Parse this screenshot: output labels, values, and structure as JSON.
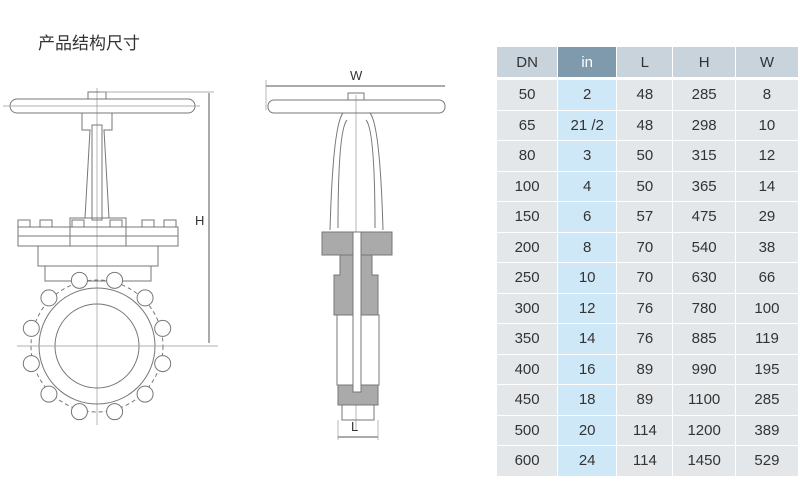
{
  "title": "产品结构尺寸",
  "drawing": {
    "label_h": "H",
    "label_w": "W",
    "label_l": "L"
  },
  "table": {
    "headers": [
      "DN",
      "in",
      "L",
      "H",
      "W"
    ],
    "rows": [
      [
        "50",
        "2",
        "48",
        "285",
        "8"
      ],
      [
        "65",
        "21 /2",
        "48",
        "298",
        "10"
      ],
      [
        "80",
        "3",
        "50",
        "315",
        "12"
      ],
      [
        "100",
        "4",
        "50",
        "365",
        "14"
      ],
      [
        "150",
        "6",
        "57",
        "475",
        "29"
      ],
      [
        "200",
        "8",
        "70",
        "540",
        "38"
      ],
      [
        "250",
        "10",
        "70",
        "630",
        "66"
      ],
      [
        "300",
        "12",
        "76",
        "780",
        "100"
      ],
      [
        "350",
        "14",
        "76",
        "885",
        "119"
      ],
      [
        "400",
        "16",
        "89",
        "990",
        "195"
      ],
      [
        "450",
        "18",
        "89",
        "1100",
        "285"
      ],
      [
        "500",
        "20",
        "114",
        "1200",
        "389"
      ],
      [
        "600",
        "24",
        "114",
        "1450",
        "529"
      ]
    ]
  },
  "colors": {
    "header": "#c8d3dc",
    "header_highlight": "#7f99ad",
    "cell": "#e4e7ea",
    "cell_highlight": "#cfe8f7"
  }
}
